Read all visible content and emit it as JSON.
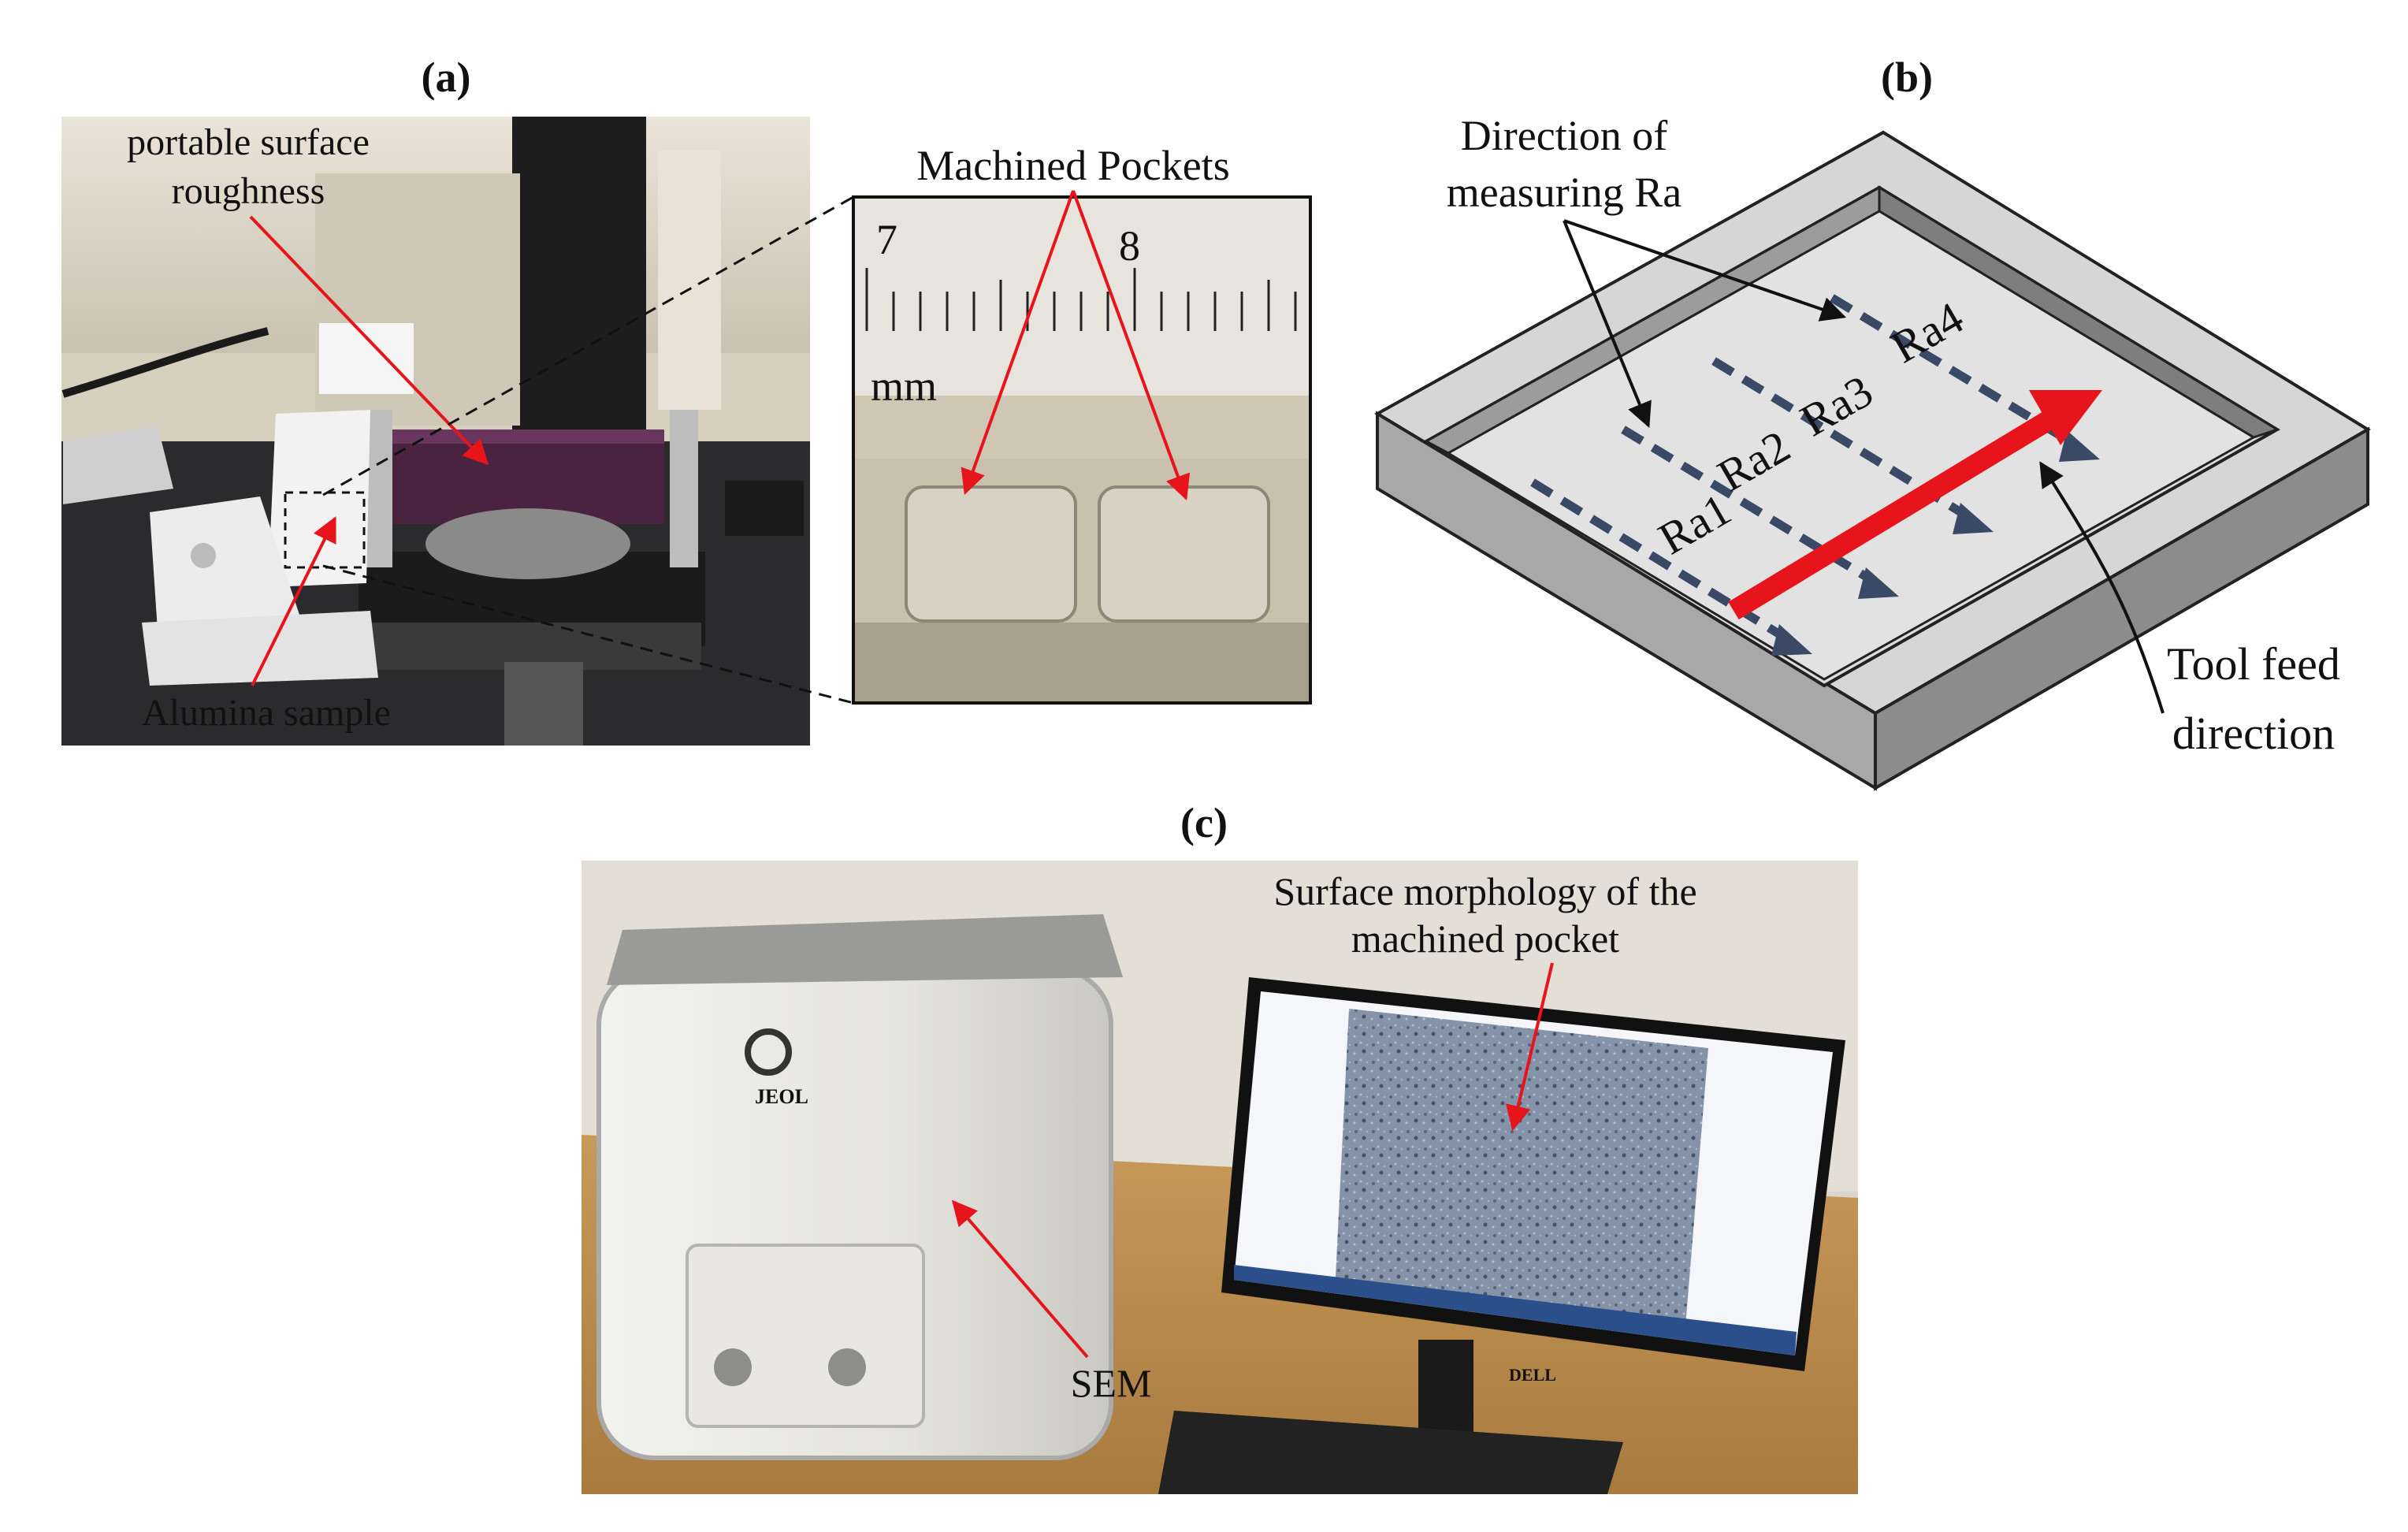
{
  "panel_a": {
    "label": "(a)",
    "callout_roughness_line1": "portable surface",
    "callout_roughness_line2": "roughness",
    "callout_alumina": "Alumina sample",
    "callout_pockets": "Machined Pockets",
    "ruler_mark_7": "7",
    "ruler_mark_8": "8",
    "ruler_unit": "mm"
  },
  "panel_b": {
    "label": "(b)",
    "direction_line1": "Direction of",
    "direction_line2": "measuring Ra",
    "ra1": "Ra1",
    "ra2": "Ra2",
    "ra3": "Ra3",
    "ra4": "Ra4",
    "tool_line1": "Tool feed",
    "tool_line2": "direction"
  },
  "panel_c": {
    "label": "(c)",
    "morph_line1": "Surface morphology of the",
    "morph_line2": "machined pocket",
    "sem_label": "SEM",
    "brand_label": "JEOL",
    "monitor_brand": "DELL"
  },
  "colors": {
    "arrow_red": "#e8141b",
    "dash_blue": "#3a4a66",
    "part_top": "#d9d9d9",
    "part_side": "#9a9a9a"
  }
}
